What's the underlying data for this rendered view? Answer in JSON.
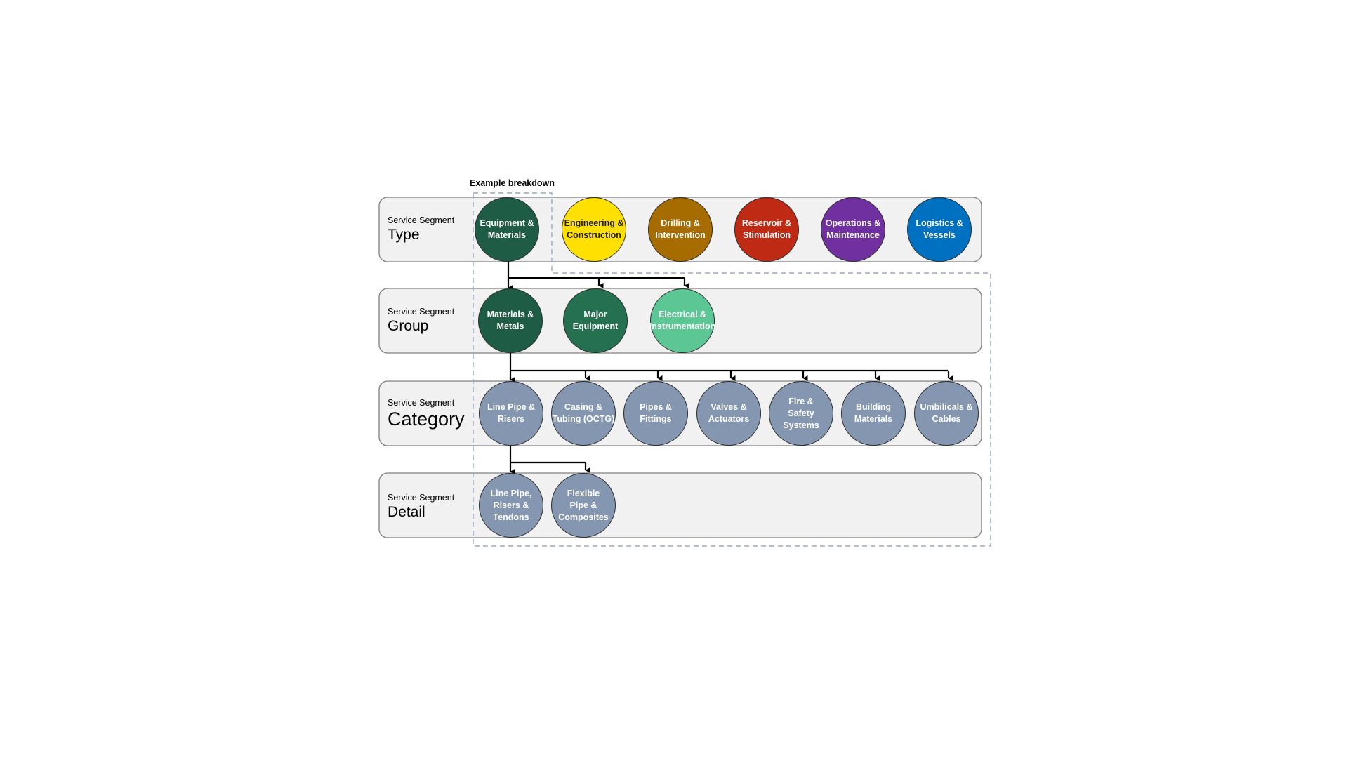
{
  "example_label": "Example breakdown",
  "rows": [
    {
      "small": "Service Segment",
      "title": "Type",
      "nodes": [
        {
          "label": "Equipment &\nMaterials",
          "color": "#1e5c45"
        },
        {
          "label": "Engineering &\nConstruction",
          "color": "#ffe000",
          "text_color": "#1a1a1a"
        },
        {
          "label": "Drilling &\nIntervention",
          "color": "#a66c00"
        },
        {
          "label": "Reservoir &\nStimulation",
          "color": "#bf2a14"
        },
        {
          "label": "Operations &\nMaintenance",
          "color": "#7030a0"
        },
        {
          "label": "Logistics &\nVessels",
          "color": "#0070c0"
        }
      ]
    },
    {
      "small": "Service Segment",
      "title": "Group",
      "nodes": [
        {
          "label": "Materials &\nMetals",
          "color": "#1e5c45"
        },
        {
          "label": "Major\nEquipment",
          "color": "#247050"
        },
        {
          "label": "Electrical &\nInstrumentation",
          "color": "#5cc795"
        }
      ]
    },
    {
      "small": "Service Segment",
      "title": "Category",
      "nodes": [
        {
          "label": "Line Pipe &\nRisers",
          "color": "#8496b0"
        },
        {
          "label": "Casing &\nTubing (OCTG)",
          "color": "#8496b0"
        },
        {
          "label": "Pipes &\nFittings",
          "color": "#8496b0"
        },
        {
          "label": "Valves &\nActuators",
          "color": "#8496b0"
        },
        {
          "label": "Fire &\nSafety Systems",
          "color": "#8496b0"
        },
        {
          "label": "Building\nMaterials",
          "color": "#8496b0"
        },
        {
          "label": "Umbilicals &\nCables",
          "color": "#8496b0"
        }
      ]
    },
    {
      "small": "Service Segment",
      "title": "Detail",
      "nodes": [
        {
          "label": "Line Pipe,\nRisers &\nTendons",
          "color": "#8496b0"
        },
        {
          "label": "Flexible\nPipe &\nComposites",
          "color": "#8496b0"
        }
      ]
    }
  ],
  "colors": {
    "row_fill": "#f1f1f1",
    "row_border": "#808080",
    "dash_border": "#9aa9c4",
    "connector": "#000000"
  }
}
